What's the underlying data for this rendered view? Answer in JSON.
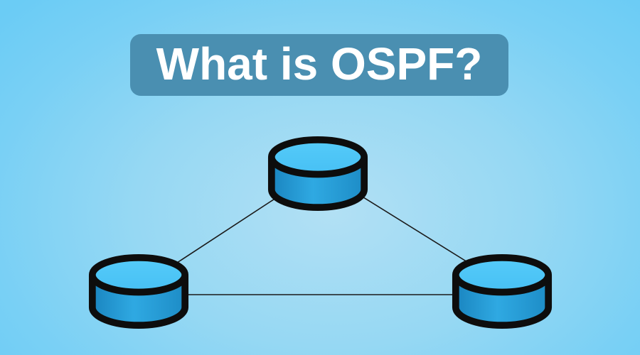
{
  "title": {
    "text": "What is OSPF?"
  },
  "banner": {
    "background_color": "#4a8fb1",
    "text_color": "#ffffff"
  },
  "background": {
    "center_color": "#b2e0f4",
    "edge_color": "#6bccf5"
  },
  "diagram": {
    "description": "three-router full-mesh triangle topology",
    "node_icon": "router-cylinder-icon",
    "nodes": [
      {
        "id": "router-top"
      },
      {
        "id": "router-left"
      },
      {
        "id": "router-right"
      }
    ],
    "links": [
      {
        "from": "router-top",
        "to": "router-left"
      },
      {
        "from": "router-top",
        "to": "router-right"
      },
      {
        "from": "router-left",
        "to": "router-right"
      }
    ],
    "colors": {
      "cylinder_top": "#4ec7f8",
      "cylinder_body_light": "#2fa9e2",
      "cylinder_body_dark": "#1a85c0",
      "cylinder_outline": "#0d0d0d",
      "link_line": "#1b1b1b"
    }
  }
}
